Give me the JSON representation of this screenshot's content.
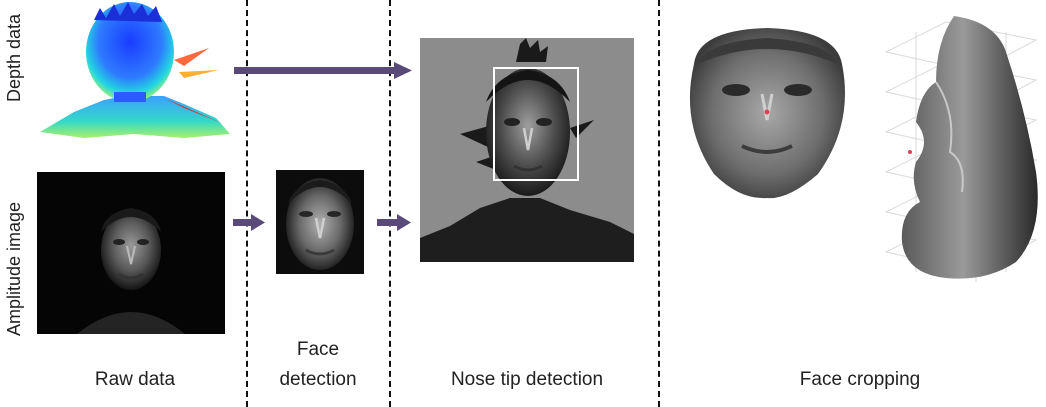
{
  "row_labels": {
    "depth": "Depth data",
    "amplitude": "Amplitude image"
  },
  "stages": {
    "raw": "Raw data",
    "face_detection_line1": "Face",
    "face_detection_line2": "detection",
    "nose_tip": "Nose tip detection",
    "face_cropping": "Face cropping"
  },
  "colors": {
    "arrow": "#5a4a7a",
    "dashed_line": "#111111",
    "nose_background": "#8c8c8c",
    "bounding_box": "#ffffff",
    "nose_tip_marker": "#e0405a"
  },
  "images": [
    {
      "name": "depth-map-image",
      "desc_icon": "colored-depth-map"
    },
    {
      "name": "amplitude-raw-image",
      "desc_icon": "grayscale-face"
    },
    {
      "name": "detected-face-image",
      "desc_icon": "cropped-grayscale-face"
    },
    {
      "name": "nose-tip-depth-image",
      "desc_icon": "depth-face-with-box"
    },
    {
      "name": "cropped-face-front-image",
      "desc_icon": "oval-face"
    },
    {
      "name": "cropped-face-3d-mesh-image",
      "desc_icon": "3d-face-mesh"
    }
  ]
}
